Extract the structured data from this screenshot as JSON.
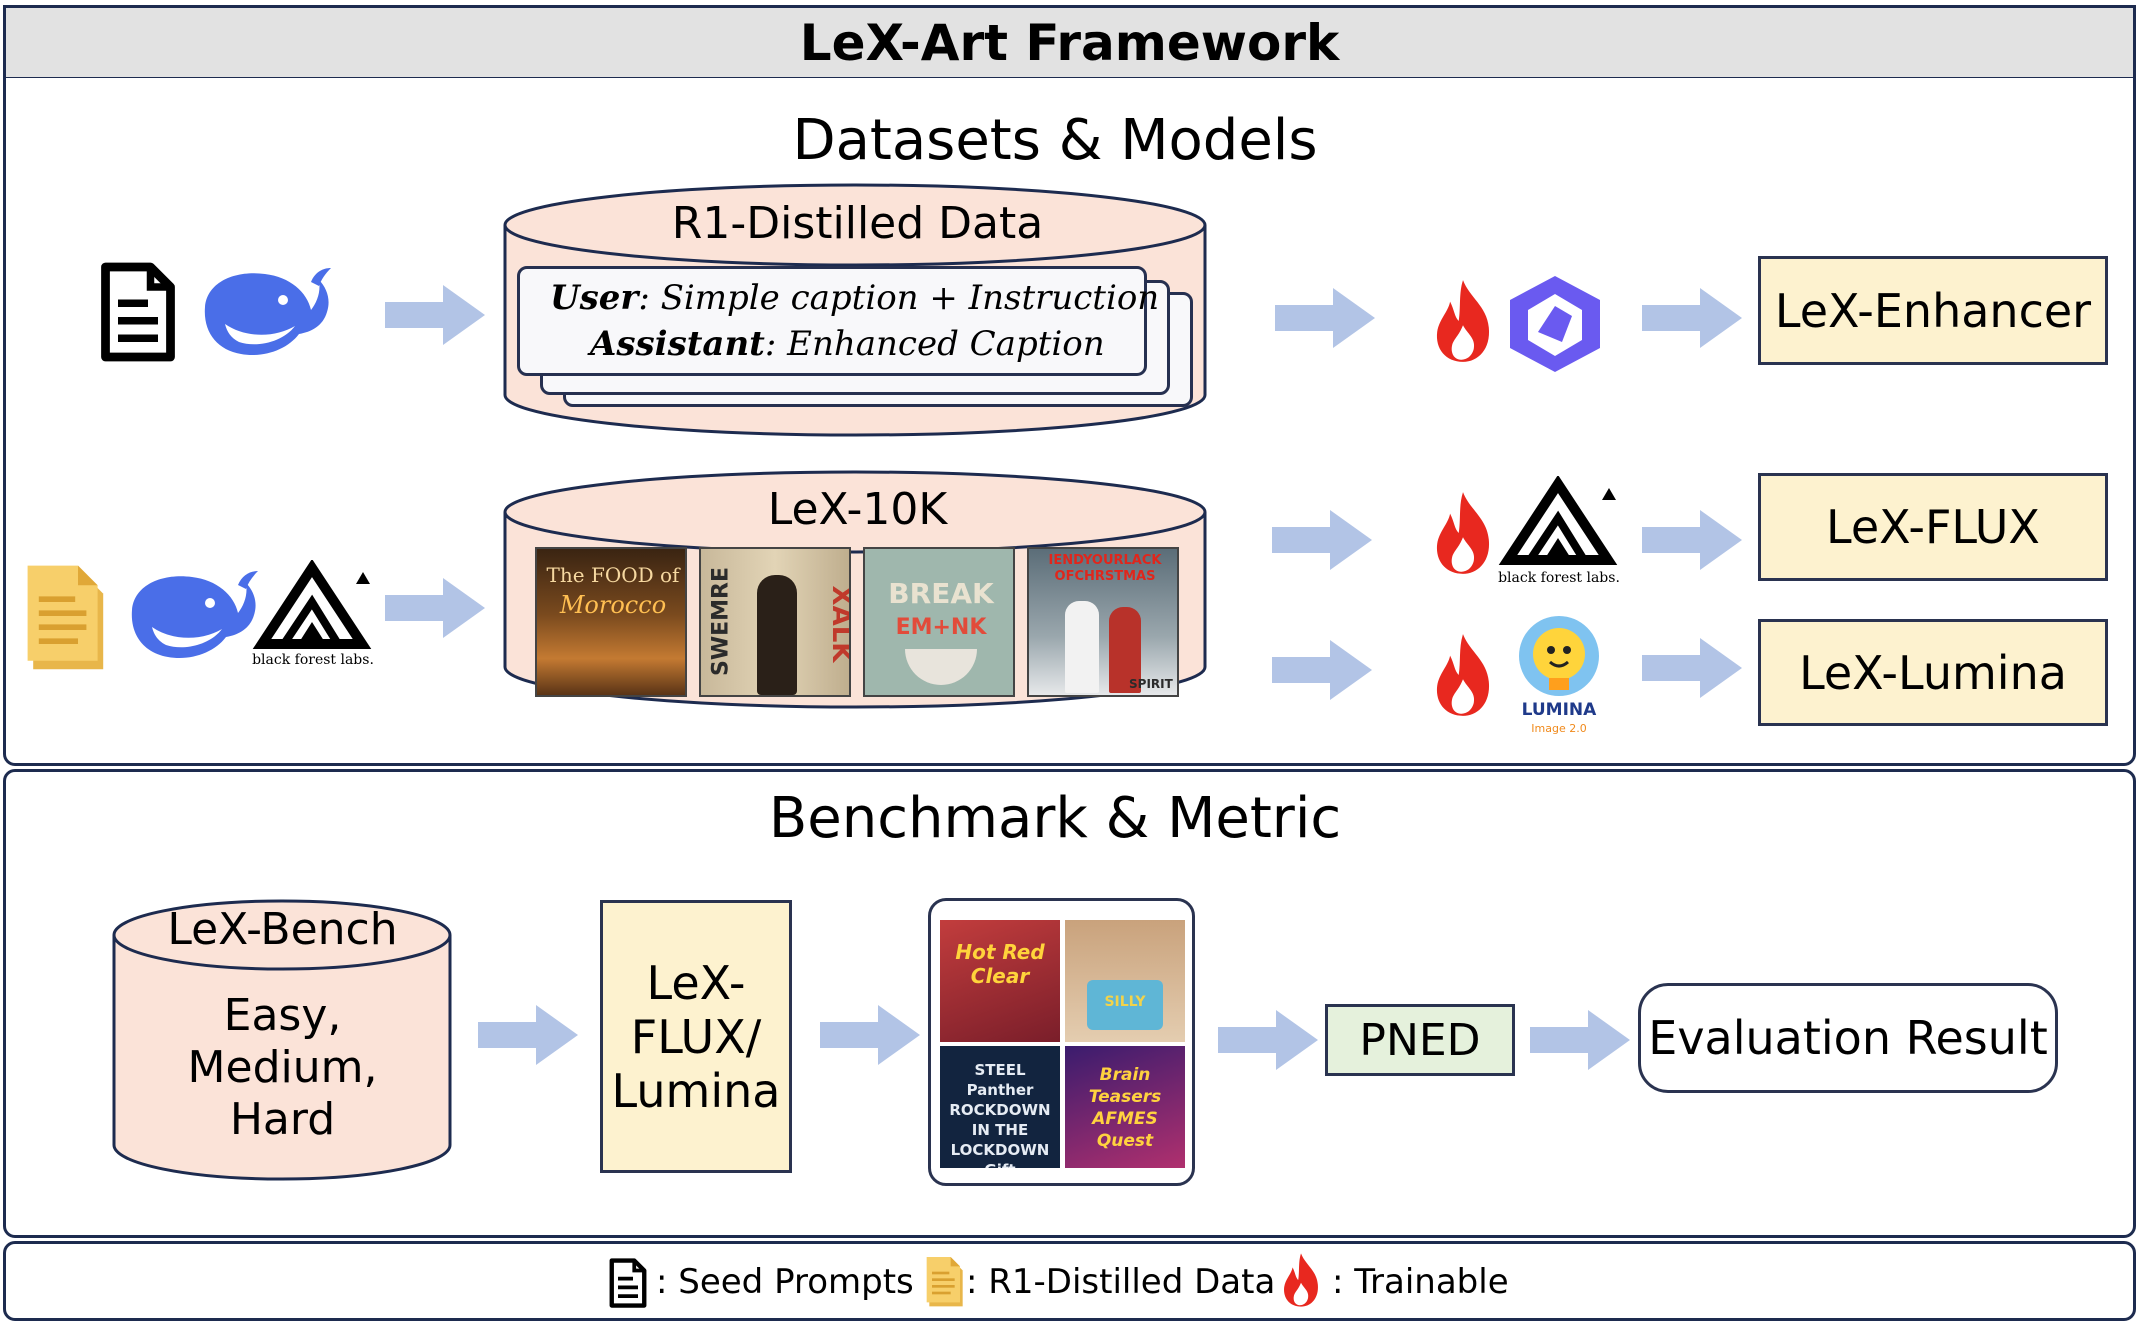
{
  "title": "LeX-Art Framework",
  "datasets_section": {
    "title": "Datasets & Models",
    "r1_cylinder": {
      "label": "R1-Distilled Data",
      "user_role": "User",
      "user_text": ": Simple caption + Instruction",
      "assistant_role": "Assistant",
      "assistant_text": ": Enhanced Caption"
    },
    "lex10k_cylinder": {
      "label": "LeX-10K",
      "thumbnails": [
        {
          "text_top": "The FOOD of",
          "text_main": "Morocco"
        },
        {
          "text_top": "SWEMRE",
          "text_main": "XALK"
        },
        {
          "text_top": "BREAK",
          "text_main": "EM+NK"
        },
        {
          "text_top": "IENDYOURLACK",
          "text_main": "OFCHRSTMAS",
          "text_extra": "SPIRIT"
        }
      ]
    },
    "outputs": [
      {
        "label": "LeX-Enhancer"
      },
      {
        "label": "LeX-FLUX"
      },
      {
        "label": "LeX-Lumina"
      }
    ],
    "bfl_logo_text": "black forest labs.",
    "lumina_logo_text": "LUMINA",
    "lumina_logo_sub": "Image 2.0"
  },
  "benchmark_section": {
    "title": "Benchmark & Metric",
    "bench_cylinder": {
      "label": "LeX-Bench",
      "line1": "Easy,",
      "line2": "Medium,",
      "line3": "Hard"
    },
    "model_box": {
      "line1": "LeX-",
      "line2": "FLUX/",
      "line3": "Lumina"
    },
    "grid_images": [
      {
        "text": "Hot Red Clear"
      },
      {
        "text": "SILLY"
      },
      {
        "text": "STEEL Panther ROCKDOWN IN THE LOCKDOWN Gift"
      },
      {
        "text": "Brain Teasers AFMES Quest"
      }
    ],
    "metric": "PNED",
    "result": "Evaluation Result"
  },
  "legend": {
    "seed": ": Seed Prompts",
    "distilled": ": R1-Distilled Data",
    "trainable": ": Trainable"
  },
  "colors": {
    "arrow": "#b2c4e6",
    "cylinder_fill": "#fbe3d8",
    "model_box_fill": "#fdf2cf",
    "pned_fill": "#e5f1dc",
    "whale": "#4a6ee8",
    "flame": "#e8281f",
    "border": "#1d2b4f"
  }
}
